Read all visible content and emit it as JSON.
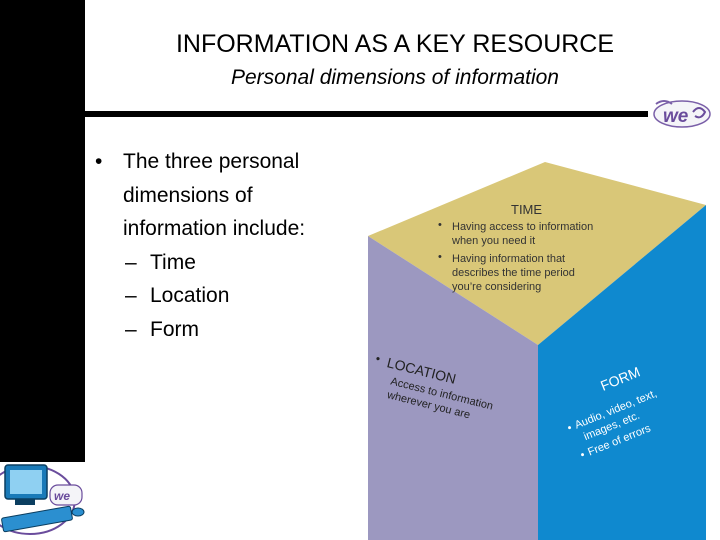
{
  "slide": {
    "title": "INFORMATION AS A KEY RESOURCE",
    "subtitle": "Personal dimensions of information",
    "bullet_main_lines": [
      "The three personal",
      "dimensions of",
      "information include:"
    ],
    "bullet_subitems": [
      "Time",
      "Location",
      "Form"
    ]
  },
  "cube": {
    "time": {
      "heading": "TIME",
      "bullets": [
        [
          "Having access to information",
          "when you need it"
        ],
        [
          "Having information that",
          "describes the time period",
          "you’re considering"
        ]
      ]
    },
    "location": {
      "heading": "LOCATION",
      "lines": [
        "Access to information",
        "wherever you are"
      ]
    },
    "form": {
      "heading": "FORM",
      "bullets": [
        [
          "Audio, video, text,",
          "images, etc."
        ],
        [
          "Free of errors"
        ]
      ]
    }
  },
  "logos": {
    "top_logo_text": "we",
    "computer_screen_text": "we"
  },
  "colors": {
    "time_face": "#d9c778",
    "location_face": "#9c98c0",
    "form_face": "#0f89cf"
  }
}
